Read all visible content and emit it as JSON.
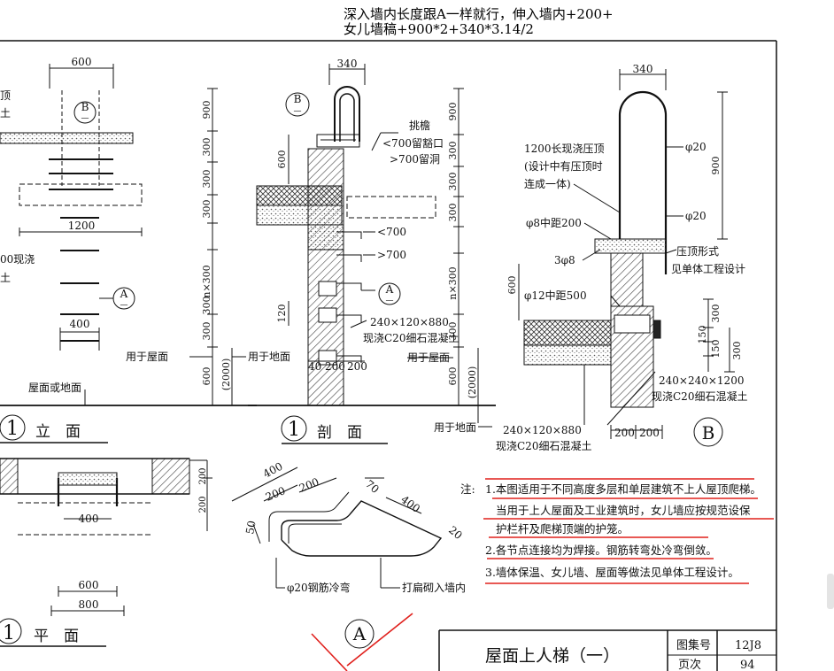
{
  "annotation": {
    "line1": "深入墙内长度跟A一样就行，伸入墙内+200+",
    "line2": "女儿墙稿+900*2+340*3.14/2"
  },
  "elevation": {
    "dim_top": "600",
    "dim_mid": "1200",
    "dim_bot": "400",
    "right_dims": [
      "900",
      "300",
      "300",
      "300",
      "n×300",
      "300",
      "300",
      "600"
    ],
    "roof_label": "用于屋面",
    "ground_label": "用于地面",
    "ground_dim": "(2000)",
    "floor_label": "屋面或地面",
    "left_frag1": "顶",
    "left_frag2": "土",
    "left_frag3": "00现浇",
    "left_frag4": "土",
    "title_num": "1",
    "title": "立　面"
  },
  "section": {
    "dim_top": "340",
    "dims": [
      "900",
      "300",
      "300",
      "300",
      "n×300",
      "300",
      "600",
      "(2000)"
    ],
    "dim_600": "600",
    "dim_120": "120",
    "label_ladder": "挑檐",
    "label_700a": "<700留豁口",
    "label_700b": ">700留洞",
    "label_lt700": "<700",
    "label_gt700": ">700",
    "label_block": "240×120×880",
    "label_concrete": "现浇C20细石混凝土",
    "bottom_dims": [
      "40",
      "200",
      "200"
    ],
    "roof_label": "用于屋面",
    "ground_label": "用于地面",
    "title_num": "1",
    "title": "剖　面"
  },
  "detail_b": {
    "dim_top": "340",
    "dim_900": "900",
    "label_pressing": "1200长现浇压顶",
    "label_pressing2": "(设计中有压顶时",
    "label_pressing3": "连成一体)",
    "label_phi20a": "φ20",
    "label_phi20b": "φ20",
    "label_phi8": "φ8中距200",
    "label_3phi8": "3φ8",
    "label_style": "压顶形式",
    "label_style2": "见单体工程设计",
    "label_phi12": "φ12中距500",
    "dim_600": "600",
    "right_dims": [
      "300",
      "150",
      "150",
      "300"
    ],
    "label_block": "240×240×1200",
    "label_concrete": "现浇C20细石混凝土",
    "label_block2": "240×120×880",
    "label_concrete2": "现浇C20细石混凝土",
    "bottom_dims": [
      "200",
      "200"
    ],
    "marker": "B"
  },
  "plan": {
    "dims": [
      "400",
      "600",
      "800"
    ],
    "side_dims": [
      "200",
      "200"
    ],
    "title_num": "1",
    "title": "平　面"
  },
  "detail_a": {
    "dims": [
      "400",
      "200",
      "200",
      "70",
      "400",
      "50",
      "20"
    ],
    "label_bar": "φ20钢筋冷弯",
    "label_embed": "打扁砌入墙内",
    "marker": "A"
  },
  "markers": {
    "a": "A",
    "b": "B",
    "minus": "—"
  },
  "notes": {
    "label": "注:",
    "n1a": "1.本图适用于不同高度多层和单层建筑不上人屋顶爬梯。",
    "n1b": "当用于上人屋面及工业建筑时，女儿墙应按规范设保",
    "n1c": "护栏杆及爬梯顶端的护笼。",
    "n2": "2.各节点连接均为焊接。钢筋转弯处冷弯倒敛。",
    "n3": "3.墙体保温、女儿墙、屋面等做法见单体工程设计。"
  },
  "title_block": {
    "title": "屋面上人梯（一）",
    "fig_label": "图集号",
    "fig_value": "12J8",
    "page_label": "页次",
    "page_value": "94"
  },
  "colors": {
    "ink": "#111111",
    "redline": "#e0201c",
    "hatch": "#555555"
  }
}
